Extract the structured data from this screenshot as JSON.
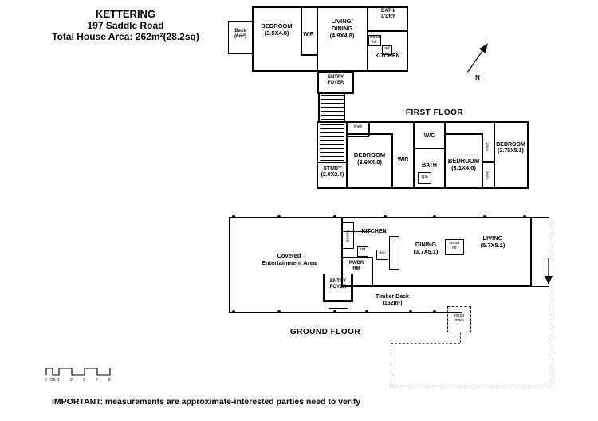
{
  "header": {
    "title": "KETTERING",
    "address": "197 Saddle Road",
    "area": "Total House Area:  262m²(28.2sq)"
  },
  "compass": {
    "label": "N"
  },
  "upper_floor": {
    "deck": "Deck\n(6m²)",
    "bedroom": "BEDROOM\n(3.5X4.8)",
    "wir": "WIR",
    "living_dining": "LIVING/\nDINING\n(4.9X4.8)",
    "bath_laundry": "BATH/\nL'DRY",
    "kitchen": "KITCHEN",
    "wood_heater": "wood\nhtr",
    "fridge": "ref",
    "entry_foyer": "ENTRY\nFOYER"
  },
  "first_floor": {
    "label": "FIRST FLOOR",
    "linen": "linen",
    "bedroom_1": "BEDROOM\n(3.6X4.0)",
    "wir": "WIR",
    "wc": "W/C",
    "bath": "BATH",
    "spa": "spa",
    "bedroom_2": "BEDROOM\n(3.1X4.0)",
    "robe_1": "robe",
    "robe_2": "robe",
    "bedroom_3": "BEDROOM\n(2.75X5.1)",
    "study": "STUDY\n(2.0X2.4)"
  },
  "ground_floor": {
    "label": "GROUND FLOOR",
    "covered_area": "Covered\nEntertainment Area",
    "pantry": "pantry",
    "kitchen": "KITCHEN",
    "fridge": "ref",
    "powder_room": "PWDR\nRM",
    "dishwasher": "d/w",
    "dining": "DINING\n(3.7X5.1)",
    "wood_heater": "wood\nhtr",
    "living": "LIVING\n(5.7X5.1)",
    "entry_foyer": "ENTRY\nFOYER",
    "timber_deck": "Timber Deck\n(162m²)",
    "pizza_oven": "pizza\noven"
  },
  "scale_bar": {
    "ticks": [
      "0",
      "0.5",
      "1",
      "2",
      "3",
      "4",
      "5"
    ]
  },
  "footer": {
    "disclaimer": "IMPORTANT: measurements are approximate-interested parties need to verify"
  }
}
